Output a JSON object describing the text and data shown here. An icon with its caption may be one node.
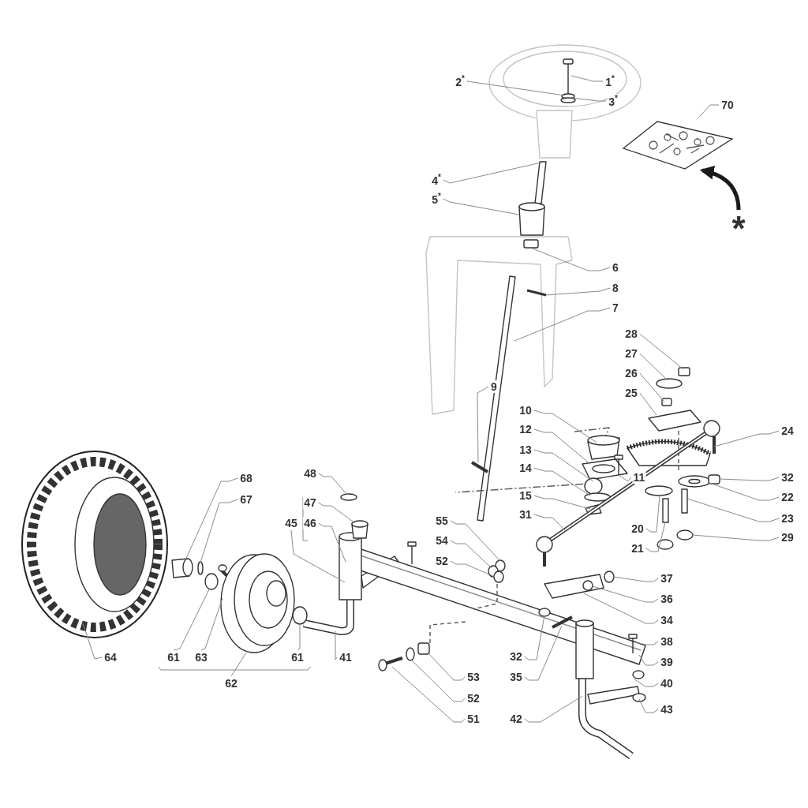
{
  "diagram": {
    "nodes": [
      {
        "text": [
          "2$^{*}$"
        ]
      },
      {
        "text": [
          "1$^{*}$"
        ]
      },
      {
        "text": [
          "3$^{*}$"
        ]
      },
      {
        "text": [
          "70"
        ]
      },
      {
        "text": [],
        "shape": "picture"
      },
      {
        "text": [
          "4$^{*}$"
        ]
      },
      {
        "text": [
          "5$^{*}$"
        ]
      },
      {
        "text": [
          "*"
        ]
      },
      {
        "text": [
          "6"
        ]
      },
      {
        "text": [
          "8"
        ]
      },
      {
        "text": [
          "7"
        ]
      },
      {
        "text": [
          "28"
        ]
      },
      {
        "text": [
          "27"
        ]
      },
      {
        "text": [
          "26"
        ]
      },
      {
        "text": [
          "25"
        ]
      },
      {
        "text": [
          "9"
        ]
      },
      {
        "text": [
          "10"
        ]
      },
      {
        "text": [
          "24"
        ]
      },
      {
        "text": [
          "12"
        ]
      },
      {
        "text": [
          "13"
        ]
      },
      {
        "text": [
          "11"
        ]
      },
      {
        "text": [
          "14"
        ]
      },
      {
        "text": [
          "32"
        ]
      },
      {
        "text": [
          "22"
        ]
      },
      {
        "text": [
          "15"
        ]
      },
      {
        "text": [
          "31"
        ]
      },
      {
        "text": [
          "23"
        ]
      },
      {
        "text": [
          "68"
        ]
      },
      {
        "text": [
          "48"
        ]
      },
      {
        "text": [
          "20"
        ]
      },
      {
        "text": [
          "29"
        ]
      },
      {
        "text": [
          "67"
        ]
      },
      {
        "text": [
          "47"
        ]
      },
      {
        "text": [
          "55"
        ]
      },
      {
        "text": [
          "45"
        ]
      },
      {
        "text": [
          "46"
        ]
      },
      {
        "text": [
          "21"
        ]
      },
      {
        "text": [
          "54"
        ]
      },
      {
        "text": [
          "52"
        ]
      },
      {
        "text": [
          "37"
        ]
      },
      {
        "text": [
          "36"
        ]
      },
      {
        "text": [
          "34"
        ]
      },
      {
        "text": [
          "38"
        ]
      },
      {
        "text": [
          "61"
        ]
      },
      {
        "text": [
          "63"
        ]
      },
      {
        "text": [
          "61"
        ]
      },
      {
        "text": [
          "64"
        ]
      },
      {
        "text": [
          "41"
        ]
      },
      {
        "text": [
          "32"
        ]
      },
      {
        "text": [
          "39"
        ]
      },
      {
        "text": [
          "53"
        ]
      },
      {
        "text": [
          "35"
        ]
      },
      {
        "text": [
          "62"
        ]
      },
      {
        "text": [
          "40"
        ]
      },
      {
        "text": [
          "52"
        ]
      },
      {
        "text": [
          "43"
        ]
      },
      {
        "text": [
          "42"
        ]
      },
      {
        "text": [
          "51"
        ]
      }
    ],
    "edges": [
      {
        "from": 0,
        "to": null,
        "arrow": "none"
      },
      {
        "from": 1,
        "to": null,
        "arrow": "none"
      },
      {
        "from": 2,
        "to": null,
        "arrow": "none"
      },
      {
        "from": 3,
        "to": 4,
        "arrow": "none"
      },
      {
        "from": 5,
        "to": null,
        "arrow": "none"
      },
      {
        "from": 6,
        "to": null,
        "arrow": "none"
      },
      {
        "from": 7,
        "to": 4,
        "arrow": "to",
        "style": "thick",
        "color": "#1a1a1a"
      },
      {
        "from": 8,
        "to": null,
        "arrow": "none"
      },
      {
        "from": 9,
        "to": null,
        "arrow": "none"
      },
      {
        "from": 10,
        "to": null,
        "arrow": "none"
      },
      {
        "from": 11,
        "to": null,
        "arrow": "none"
      },
      {
        "from": 12,
        "to": null,
        "arrow": "none"
      },
      {
        "from": 13,
        "to": null,
        "arrow": "none"
      },
      {
        "from": 14,
        "to": null,
        "arrow": "none"
      },
      {
        "from": 15,
        "to": null,
        "arrow": "none"
      },
      {
        "from": 16,
        "to": null,
        "arrow": "none"
      },
      {
        "from": 17,
        "to": null,
        "arrow": "none"
      },
      {
        "from": 18,
        "to": null,
        "arrow": "none"
      },
      {
        "from": 19,
        "to": null,
        "arrow": "none"
      },
      {
        "from": 20,
        "to": null,
        "arrow": "none"
      },
      {
        "from": 21,
        "to": null,
        "arrow": "none"
      },
      {
        "from": 22,
        "to": null,
        "arrow": "none"
      },
      {
        "from": 23,
        "to": null,
        "arrow": "none"
      },
      {
        "from": 24,
        "to": null,
        "arrow": "none"
      },
      {
        "from": 25,
        "to": null,
        "arrow": "none"
      },
      {
        "from": 26,
        "to": null,
        "arrow": "none"
      },
      {
        "from": 27,
        "to": null,
        "arrow": "none"
      },
      {
        "from": 28,
        "to": null,
        "arrow": "none"
      },
      {
        "from": 29,
        "to": null,
        "arrow": "none"
      },
      {
        "from": 30,
        "to": null,
        "arrow": "none"
      },
      {
        "from": 31,
        "to": null,
        "arrow": "none"
      },
      {
        "from": 32,
        "to": null,
        "arrow": "none"
      },
      {
        "from": 33,
        "to": null,
        "arrow": "none"
      },
      {
        "from": 34,
        "to": null,
        "arrow": "none"
      },
      {
        "from": 35,
        "to": null,
        "arrow": "none"
      },
      {
        "from": 36,
        "to": null,
        "arrow": "none"
      },
      {
        "from": 37,
        "to": null,
        "arrow": "none"
      },
      {
        "from": 38,
        "to": null,
        "arrow": "none"
      },
      {
        "from": 39,
        "to": null,
        "arrow": "none"
      },
      {
        "from": 40,
        "to": null,
        "arrow": "none"
      },
      {
        "from": 41,
        "to": null,
        "arrow": "none"
      },
      {
        "from": 42,
        "to": null,
        "arrow": "none"
      },
      {
        "from": 43,
        "to": null,
        "arrow": "none"
      },
      {
        "from": 44,
        "to": null,
        "arrow": "none"
      },
      {
        "from": 45,
        "to": null,
        "arrow": "none"
      },
      {
        "from": 46,
        "to": null,
        "arrow": "none"
      },
      {
        "from": 47,
        "to": null,
        "arrow": "none"
      },
      {
        "from": 48,
        "to": null,
        "arrow": "none"
      },
      {
        "from": 49,
        "to": null,
        "arrow": "none"
      },
      {
        "from": 50,
        "to": null,
        "arrow": "none"
      },
      {
        "from": 51,
        "to": null,
        "arrow": "none"
      },
      {
        "from": 52,
        "to": null,
        "arrow": "none"
      },
      {
        "from": 53,
        "to": null,
        "arrow": "none"
      },
      {
        "from": 54,
        "to": null,
        "arrow": "none"
      },
      {
        "from": 55,
        "to": null,
        "arrow": "none"
      },
      {
        "from": 56,
        "to": null,
        "arrow": "none"
      },
      {
        "from": 57,
        "to": null,
        "arrow": "none"
      }
    ]
  }
}
